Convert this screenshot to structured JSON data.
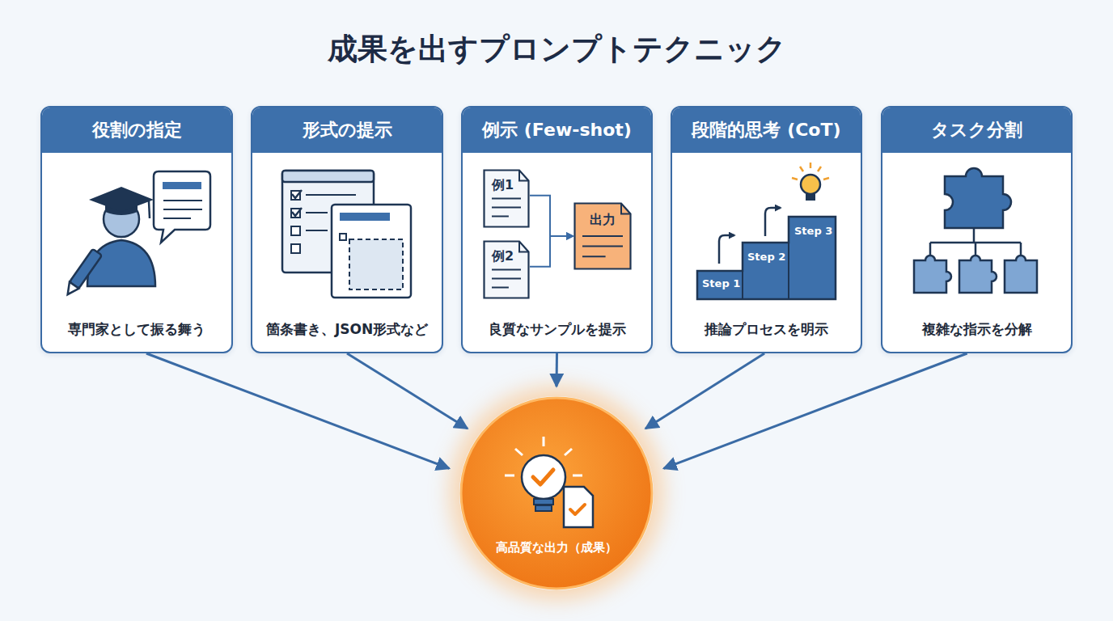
{
  "diagram": {
    "title": "成果を出すプロンプトテクニック",
    "nodes": [
      {
        "text": [
          "役割の指定",
          "専門家として振る舞う"
        ]
      },
      {
        "text": [
          "形式の提示",
          "箇条書き、JSON形式など"
        ]
      },
      {
        "text": [
          "例示 (Few-shot)",
          "良質なサンプルを提示"
        ]
      },
      {
        "text": [
          "例1"
        ],
        "in": 2
      },
      {
        "text": [
          "例2"
        ],
        "in": 2
      },
      {
        "text": [
          "出力"
        ],
        "in": 2
      },
      {
        "text": [
          "段階的思考 (CoT)",
          "推論プロセスを明示"
        ]
      },
      {
        "text": [
          "タスク分割",
          "複雑な指示を分解"
        ]
      },
      {
        "text": [
          "高品質な出力（成果）"
        ]
      }
    ],
    "edges": [
      {
        "from": 3,
        "to": 5,
        "arrow": "to"
      },
      {
        "from": 4,
        "to": 5,
        "arrow": "to"
      },
      {
        "from": 0,
        "to": 8,
        "arrow": "to"
      },
      {
        "from": 1,
        "to": 8,
        "arrow": "to"
      },
      {
        "from": 2,
        "to": 8,
        "arrow": "to"
      },
      {
        "from": 6,
        "to": 8,
        "arrow": "to"
      },
      {
        "from": 7,
        "to": 8,
        "arrow": "to"
      }
    ],
    "labels": [
      "Step 1",
      "Step 2",
      "Step 3"
    ]
  }
}
